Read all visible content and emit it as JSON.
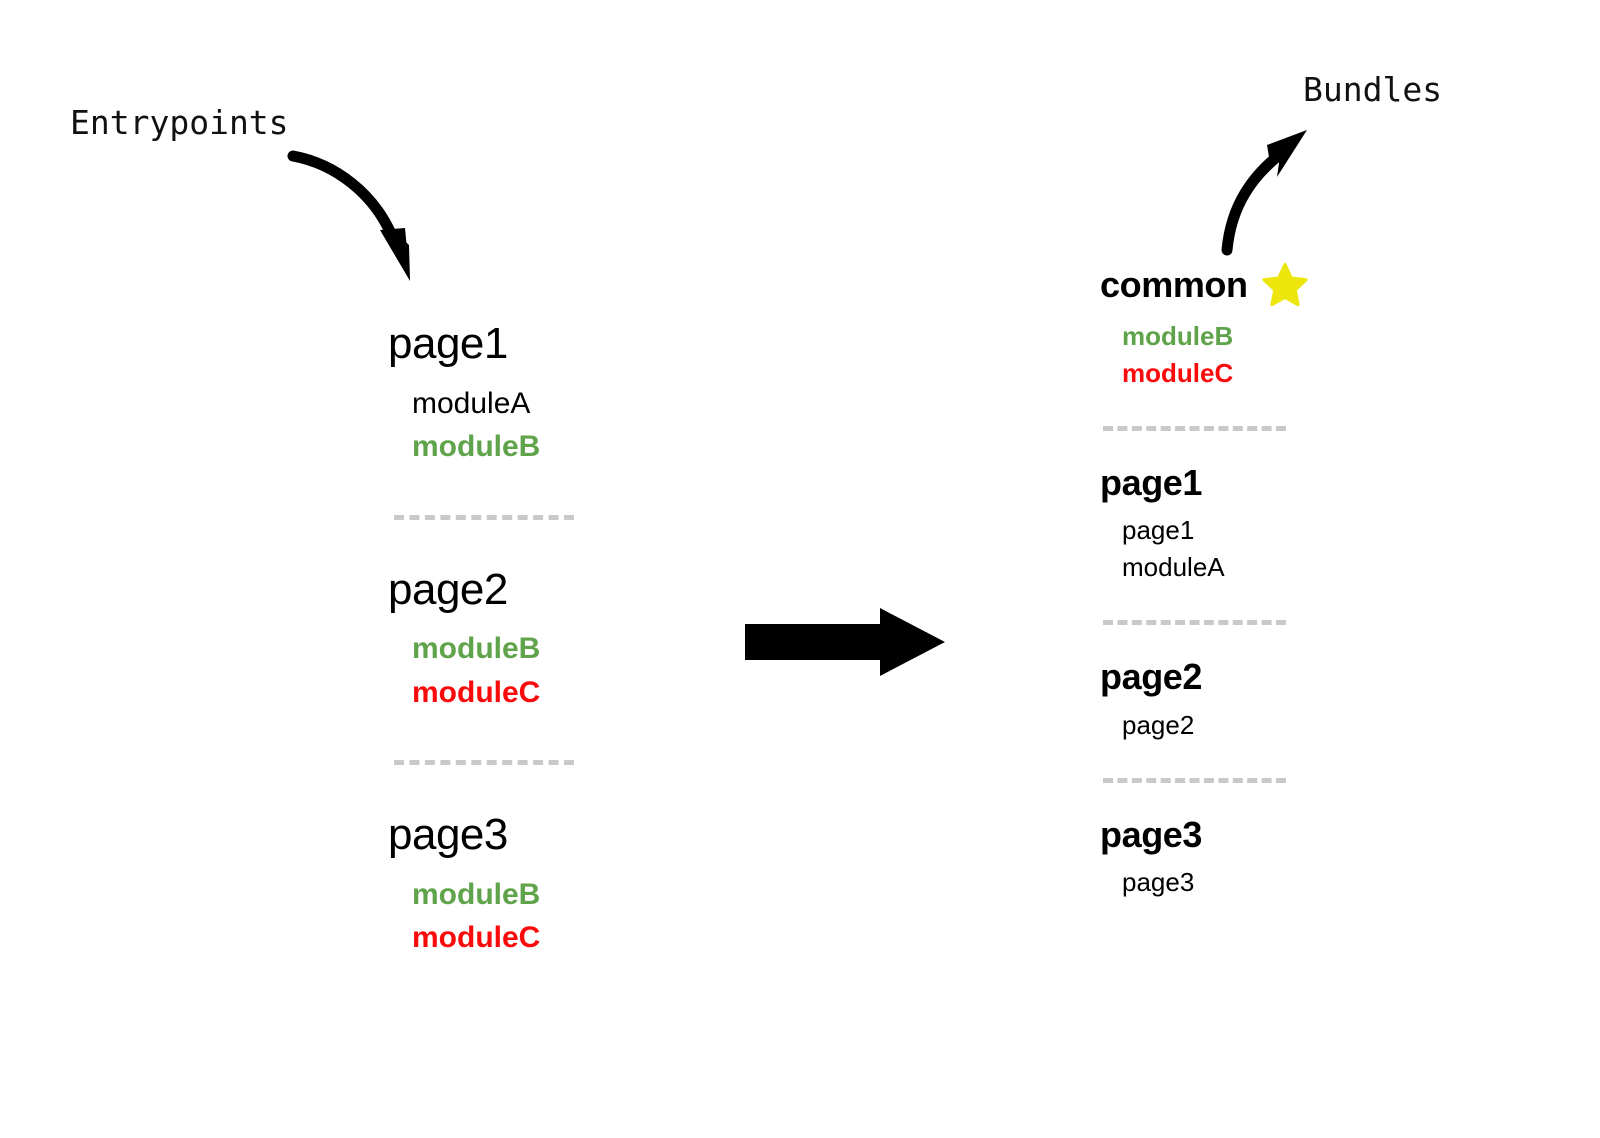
{
  "labels": {
    "entrypoints": "Entrypoints",
    "bundles": "Bundles"
  },
  "colors": {
    "green": "#5FA34A",
    "red": "#FA0A0A",
    "star_yellow": "#EDE60C",
    "separator": "#C9C9C9",
    "text": "#000000",
    "background": "#ffffff"
  },
  "icons": {
    "star": "star-icon",
    "entry_arrow": "curved-arrow-down-right-icon",
    "bundles_arrow": "curved-arrow-up-right-icon",
    "transform_arrow": "block-arrow-right-icon"
  },
  "entrypoints": {
    "groups": [
      {
        "title": "page1",
        "modules": [
          {
            "name": "moduleA",
            "style": "plain"
          },
          {
            "name": "moduleB",
            "style": "green"
          }
        ]
      },
      {
        "title": "page2",
        "modules": [
          {
            "name": "moduleB",
            "style": "green"
          },
          {
            "name": "moduleC",
            "style": "red"
          }
        ]
      },
      {
        "title": "page3",
        "modules": [
          {
            "name": "moduleB",
            "style": "green"
          },
          {
            "name": "moduleC",
            "style": "red"
          }
        ]
      }
    ]
  },
  "bundles": {
    "groups": [
      {
        "title": "common",
        "has_star": true,
        "modules": [
          {
            "name": "moduleB",
            "style": "green"
          },
          {
            "name": "moduleC",
            "style": "red"
          }
        ]
      },
      {
        "title": "page1",
        "has_star": false,
        "modules": [
          {
            "name": "page1",
            "style": "plain"
          },
          {
            "name": "moduleA",
            "style": "plain"
          }
        ]
      },
      {
        "title": "page2",
        "has_star": false,
        "modules": [
          {
            "name": "page2",
            "style": "plain"
          }
        ]
      },
      {
        "title": "page3",
        "has_star": false,
        "modules": [
          {
            "name": "page3",
            "style": "plain"
          }
        ]
      }
    ]
  }
}
